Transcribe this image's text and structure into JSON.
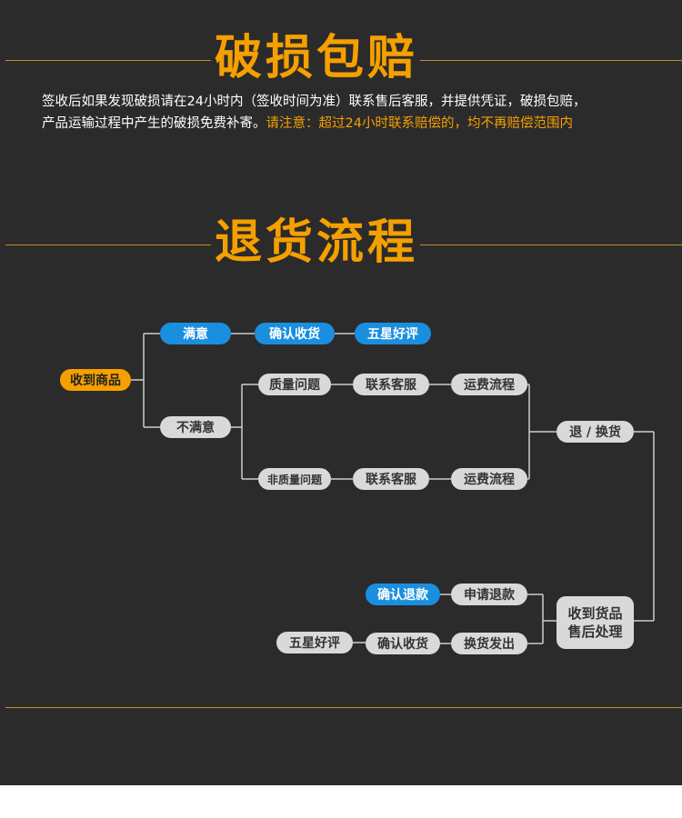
{
  "damage": {
    "title": "破损包赔",
    "line1": "签收后如果发现破损请在24小时内（签收时间为准）联系售后客服，并提供凭证，破损包赔，",
    "line2_white": "产品运输过程中产生的破损免费补寄。",
    "line2_orange": "请注意：超过24小时联系赔偿的，均不再赔偿范围内"
  },
  "returns": {
    "title": "退货流程"
  },
  "flow": {
    "received": "收到商品",
    "satisfied": "满意",
    "confirm_receipt": "确认收货",
    "five_star": "五星好评",
    "unsatisfied": "不满意",
    "quality_issue": "质量问题",
    "contact_cs_1": "联系客服",
    "shipping_flow_1": "运费流程",
    "non_quality_issue": "非质量问题",
    "contact_cs_2": "联系客服",
    "shipping_flow_2": "运费流程",
    "return_exchange": "退 / 换货",
    "after_sales_line1": "收到货品",
    "after_sales_line2": "售后处理",
    "confirm_refund": "确认退款",
    "apply_refund": "申请退款",
    "five_star_2": "五星好评",
    "confirm_receipt_2": "确认收货",
    "exchange_ship": "换货发出"
  },
  "colors": {
    "background": "#2b2b2b",
    "accent_orange": "#f5a000",
    "accent_blue": "#1a8fe0",
    "node_gray": "#d9d9d9",
    "connector": "#cccccc"
  }
}
